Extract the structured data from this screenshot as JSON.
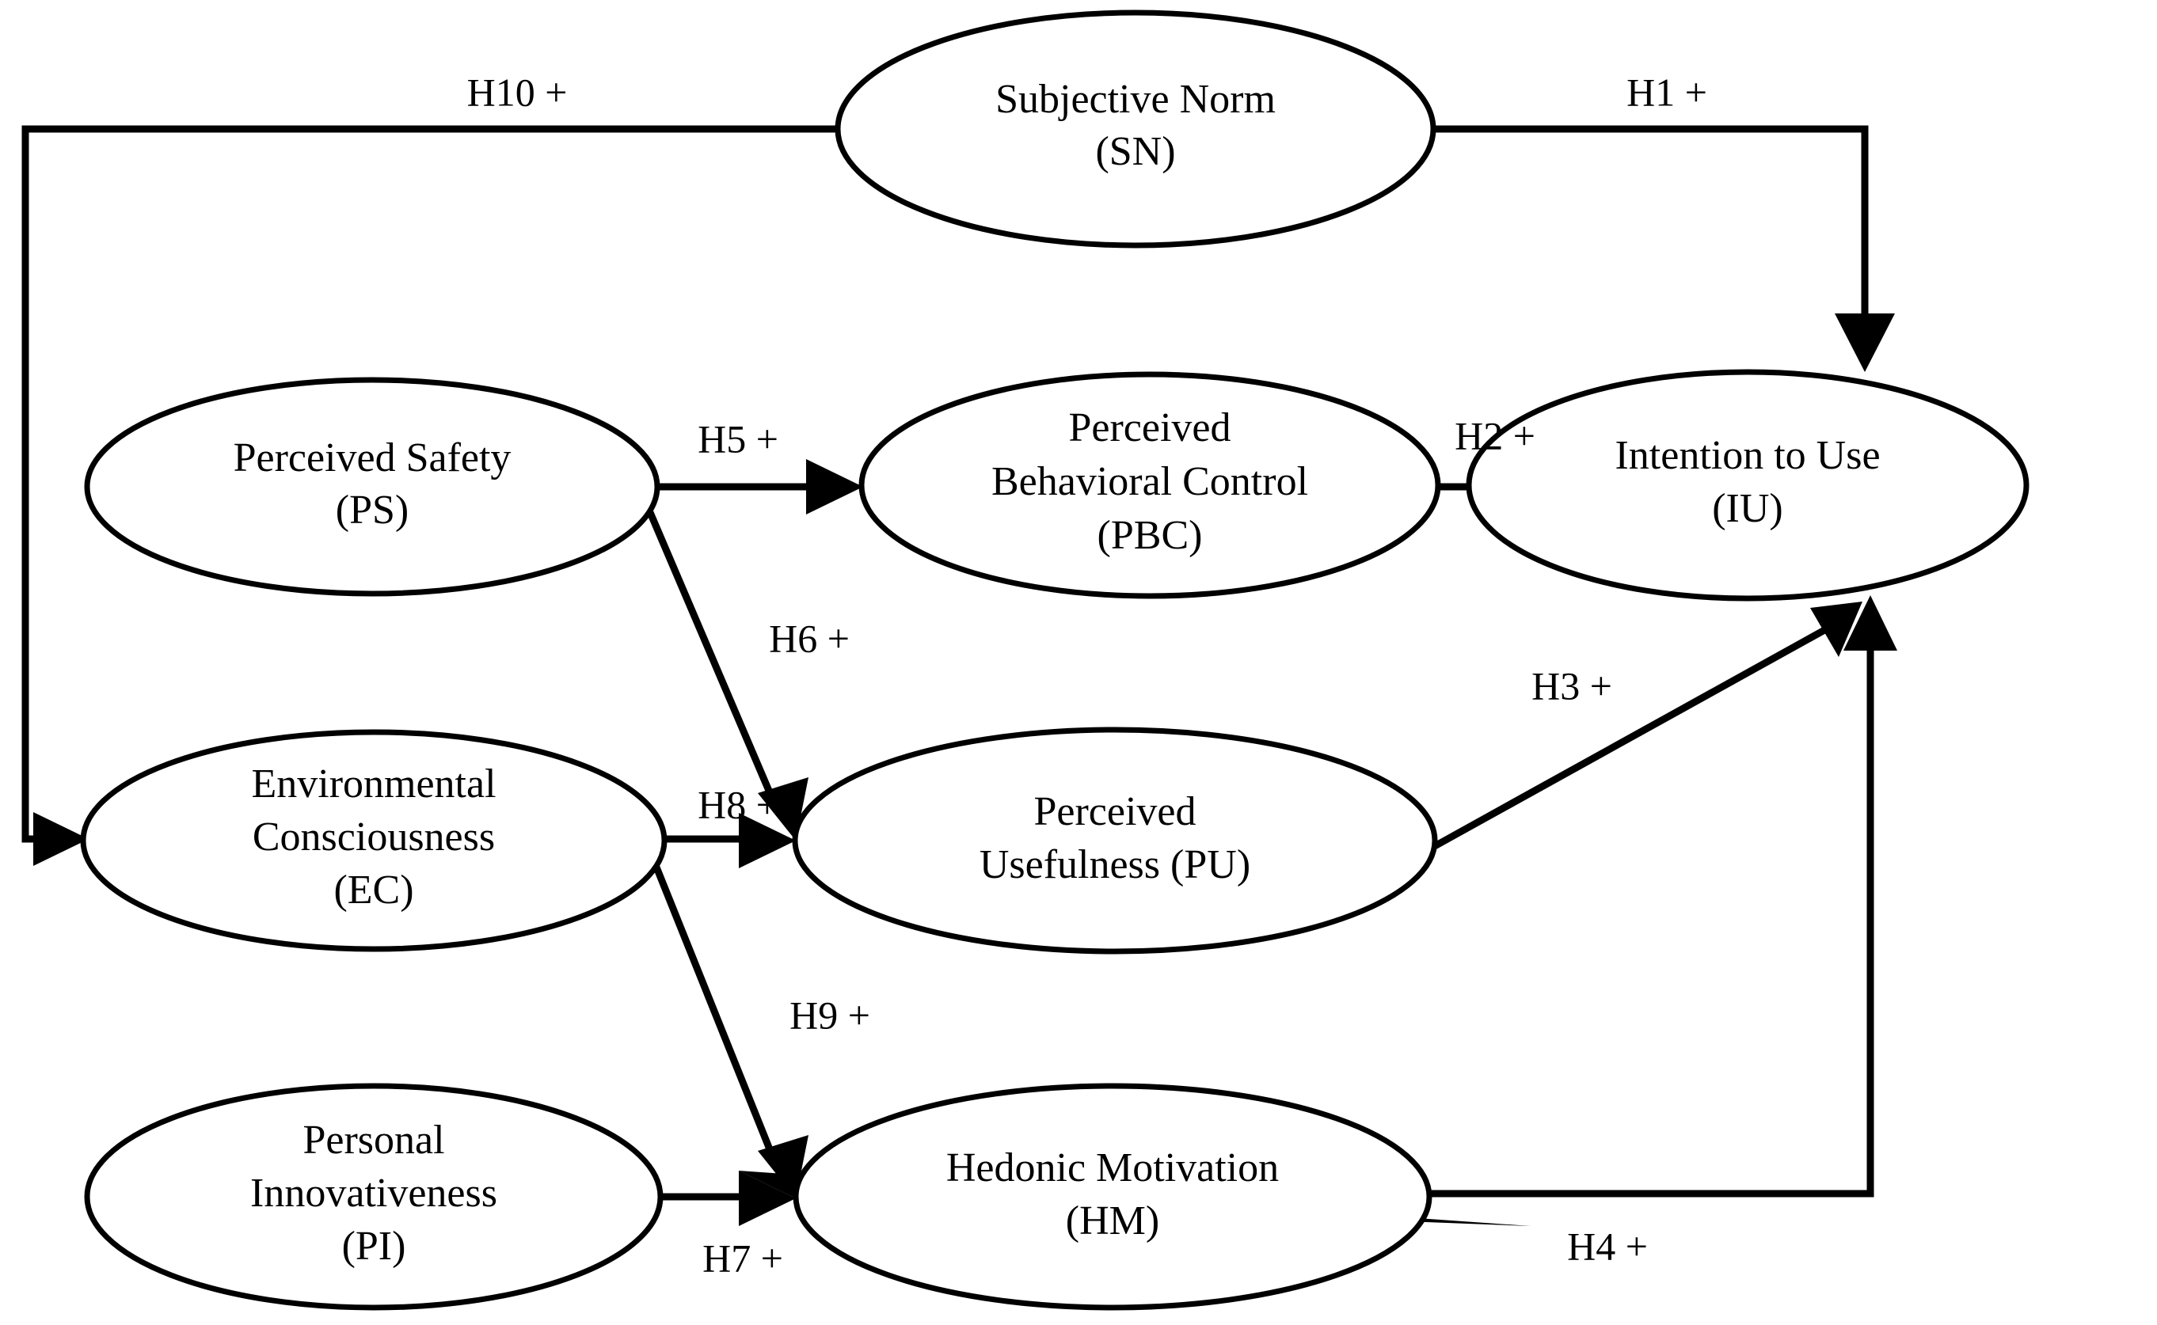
{
  "diagram": {
    "type": "conceptual-research-model",
    "background_color": "#ffffff",
    "line_color": "#000000",
    "nodes": [
      {
        "id": "SN",
        "line1": "Subjective Norm",
        "line2": "(SN)",
        "line3": ""
      },
      {
        "id": "PS",
        "line1": "Perceived Safety",
        "line2": "(PS)",
        "line3": ""
      },
      {
        "id": "PBC",
        "line1": "Perceived",
        "line2": "Behavioral Control",
        "line3": "(PBC)"
      },
      {
        "id": "IU",
        "line1": "Intention to Use",
        "line2": "(IU)",
        "line3": ""
      },
      {
        "id": "EC",
        "line1": "Environmental",
        "line2": "Consciousness",
        "line3": "(EC)"
      },
      {
        "id": "PU",
        "line1": "Perceived",
        "line2": "Usefulness (PU)",
        "line3": ""
      },
      {
        "id": "PI",
        "line1": "Personal",
        "line2": "Innovativeness",
        "line3": "(PI)"
      },
      {
        "id": "HM",
        "line1": "Hedonic Motivation",
        "line2": "(HM)",
        "line3": ""
      }
    ],
    "hypotheses": [
      {
        "id": "H1",
        "label": "H1 +",
        "from": "SN",
        "to": "IU"
      },
      {
        "id": "H2",
        "label": "H2 +",
        "from": "PBC",
        "to": "IU"
      },
      {
        "id": "H3",
        "label": "H3 +",
        "from": "PU",
        "to": "IU"
      },
      {
        "id": "H4",
        "label": "H4 +",
        "from": "HM",
        "to": "IU"
      },
      {
        "id": "H5",
        "label": "H5 +",
        "from": "PS",
        "to": "PBC"
      },
      {
        "id": "H6",
        "label": "H6 +",
        "from": "PS",
        "to": "PU"
      },
      {
        "id": "H7",
        "label": "H7 +",
        "from": "PI",
        "to": "HM"
      },
      {
        "id": "H8",
        "label": "H8 +",
        "from": "EC",
        "to": "PU"
      },
      {
        "id": "H9",
        "label": "H9 +",
        "from": "EC",
        "to": "HM"
      },
      {
        "id": "H10",
        "label": "H10 +",
        "from": "SN",
        "to": "EC"
      }
    ]
  }
}
